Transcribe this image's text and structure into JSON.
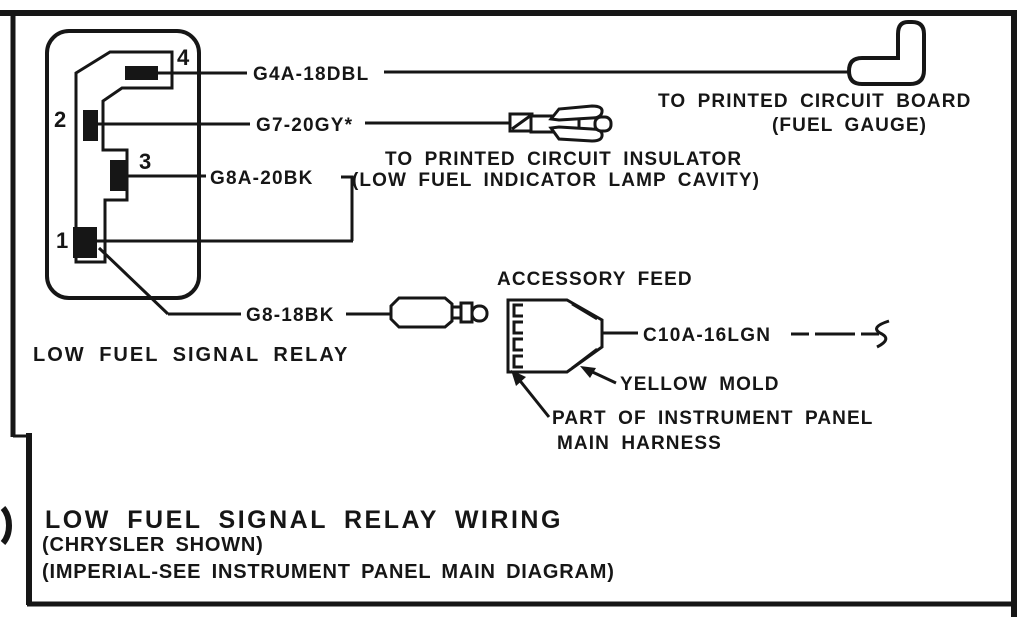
{
  "figure": {
    "caption": {
      "title": "LOW FUEL SIGNAL RELAY WIRING",
      "line2": "(CHRYSLER SHOWN)",
      "line3": "(IMPERIAL-SEE INSTRUMENT PANEL MAIN DIAGRAM)"
    },
    "relay": {
      "label": "LOW FUEL SIGNAL RELAY",
      "pin1": "1",
      "pin2": "2",
      "pin3": "3",
      "pin4": "4"
    },
    "wires": {
      "pin4_wire": "G4A-18DBL",
      "pin2_wire": "G7-20GY*",
      "pin3_wire": "G8A-20BK",
      "pin1_wire": "G8-18BK",
      "accessory_wire": "C10A-16LGN"
    },
    "annotations": {
      "pcb_line1": "TO PRINTED CIRCUIT BOARD",
      "pcb_line2": "(FUEL GAUGE)",
      "insulator_line1": "TO PRINTED CIRCUIT INSULATOR",
      "insulator_line2": "(LOW FUEL INDICATOR LAMP CAVITY)",
      "accessory_feed": "ACCESSORY FEED",
      "yellow_mold": "YELLOW MOLD",
      "harness_line1": "PART OF INSTRUMENT PANEL",
      "harness_line2": "MAIN HARNESS"
    },
    "colors": {
      "ink": "#161616",
      "paper": "#ffffff"
    }
  }
}
